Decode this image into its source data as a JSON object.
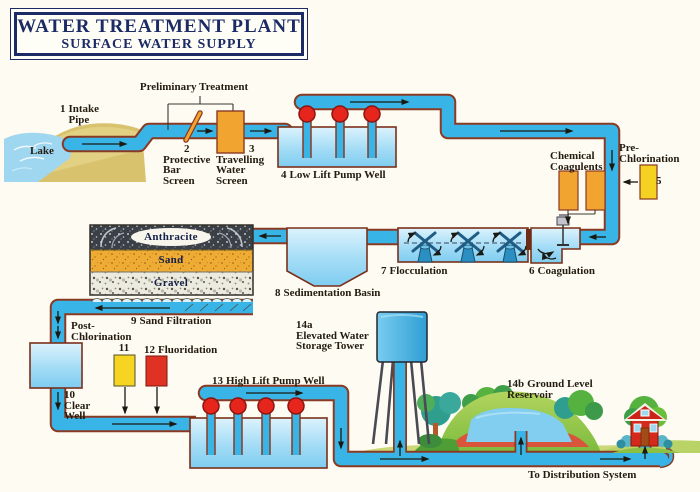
{
  "title": {
    "line1": "WATER TREATMENT PLANT",
    "line2": "SURFACE WATER SUPPLY"
  },
  "labels": {
    "preliminary": "Preliminary Treatment",
    "intake": {
      "num": "1",
      "text": "Intake\nPipe"
    },
    "lake": "Lake",
    "bar_screen": {
      "num": "2",
      "text": "Protective\nBar\nScreen"
    },
    "travelling_screen": {
      "num": "3",
      "text": "Travelling\nWater\nScreen"
    },
    "low_lift": {
      "num": "4",
      "text": "Low Lift Pump Well"
    },
    "prechlorination": {
      "num": "5",
      "text": "Pre-\nChlorination"
    },
    "coagulents": "Chemical\nCoagulents",
    "coagulation": {
      "num": "6",
      "text": "Coagulation"
    },
    "flocculation": {
      "num": "7",
      "text": "Flocculation"
    },
    "sedimentation": {
      "num": "8",
      "text": "Sedimentation Basin"
    },
    "anthracite": "Anthracite",
    "sand": "Sand",
    "gravel": "Gravel",
    "sand_filtration": {
      "num": "9",
      "text": "Sand Filtration"
    },
    "postchlorination": "Post-\nChlorination",
    "chlorine_box": "11",
    "fluoridation": {
      "num": "12",
      "text": "Fluoridation"
    },
    "clear_well": {
      "num": "10",
      "text": "Clear\nWell"
    },
    "high_lift": {
      "num": "13",
      "text": "High Lift Pump Well"
    },
    "tower": {
      "num": "14a",
      "text": "Elevated Water\nStorage Tower"
    },
    "reservoir": {
      "num": "14b",
      "text": "Ground Level\nReservoir"
    },
    "distribution": "To Distribution System"
  },
  "colors": {
    "pipe_blue": "#38b4e7",
    "pipe_outline": "#8a3a22",
    "tank_light_blue": "#cdeffb",
    "pump_red": "#e6251c",
    "equipment_orange": "#f2a431",
    "chlorine_yellow": "#f5d122",
    "fluoride_red": "#e03222",
    "hill_green": "#9cc84d",
    "tree_teal": "#2f9e8e",
    "title_navy": "#1c2a66"
  }
}
